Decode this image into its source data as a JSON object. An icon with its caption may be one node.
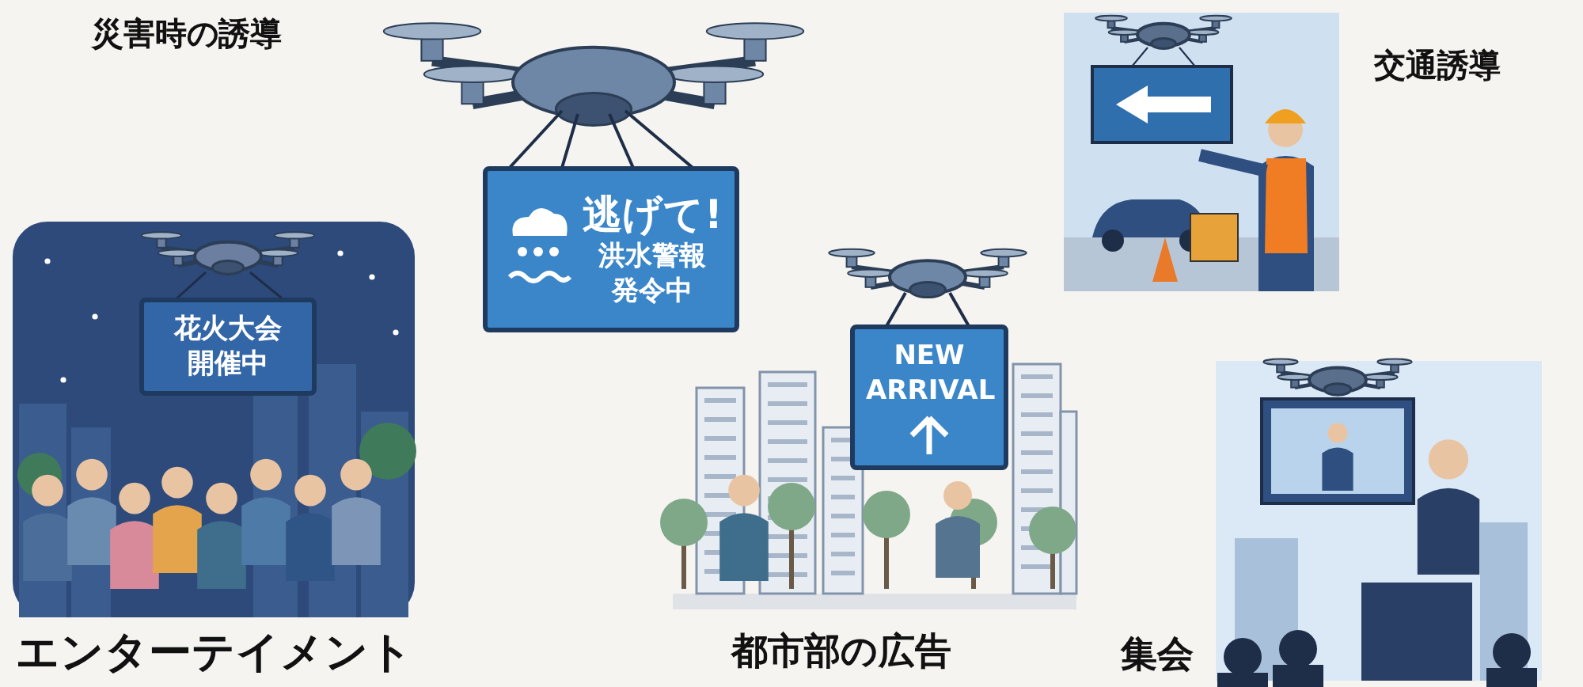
{
  "diagram": {
    "nodes": [
      {
        "text": [
          "逃げて!",
          "洪水警報発令中"
        ]
      },
      {
        "text": [
          "花火大会開催中"
        ]
      },
      {
        "text": [
          "NEW ARRIVAL"
        ]
      }
    ],
    "labels": [
      "災害時の誘導",
      "交通誘導",
      "エンターテイメント",
      "都市部の広告",
      "集会"
    ]
  }
}
